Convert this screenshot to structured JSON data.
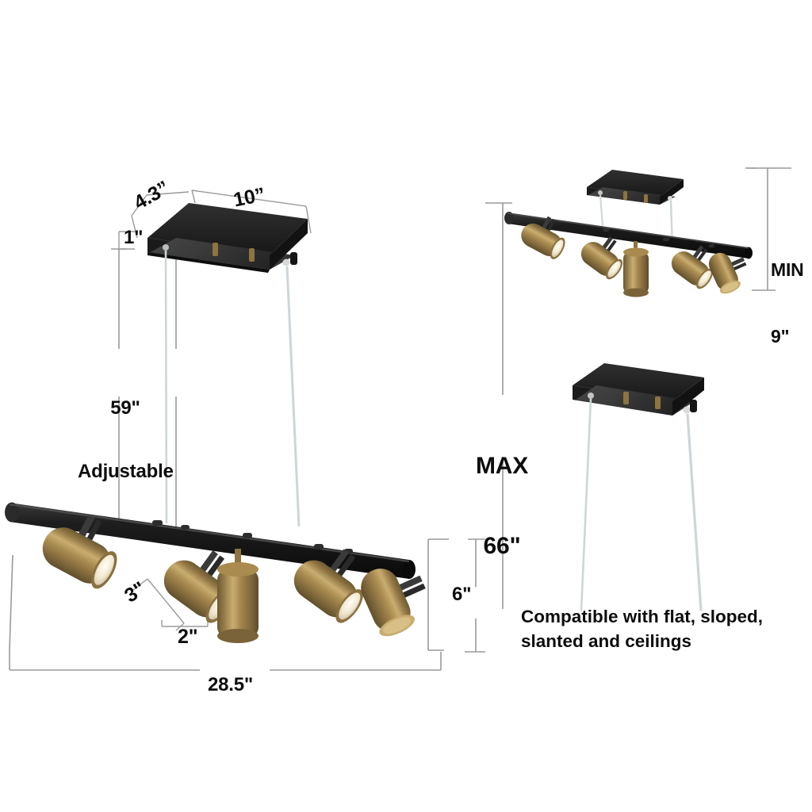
{
  "product": {
    "type": "5-light adjustable track pendant light fixture",
    "finish_track": "matte black",
    "finish_heads": "brushed brass / gold",
    "head_count": 5
  },
  "dimensions": {
    "canopy_width": "10”",
    "canopy_depth": "4.3”",
    "canopy_height": "1\"",
    "cable_drop_value": "59\"",
    "cable_drop_note": "Adjustable",
    "head_length": "3\"",
    "head_diameter": "2\"",
    "track_length": "28.5\"",
    "fixture_height": "6\"",
    "max_label": "MAX",
    "max_value": "66\"",
    "min_label": "MIN",
    "min_value": "9\""
  },
  "notes": {
    "ceiling_compatibility": "Compatible with flat, sloped,\nslanted and  ceilings"
  },
  "colors": {
    "background": "#ffffff",
    "track_black": "#1a1a1a",
    "brass_light": "#c9ad70",
    "brass_mid": "#9c7f46",
    "brass_dark": "#6b5a33",
    "lens_cream": "#f2ecd8",
    "dimension_line": "#9a9a9a",
    "text": "#0d0d0d",
    "cable": "#cdd6d8"
  }
}
